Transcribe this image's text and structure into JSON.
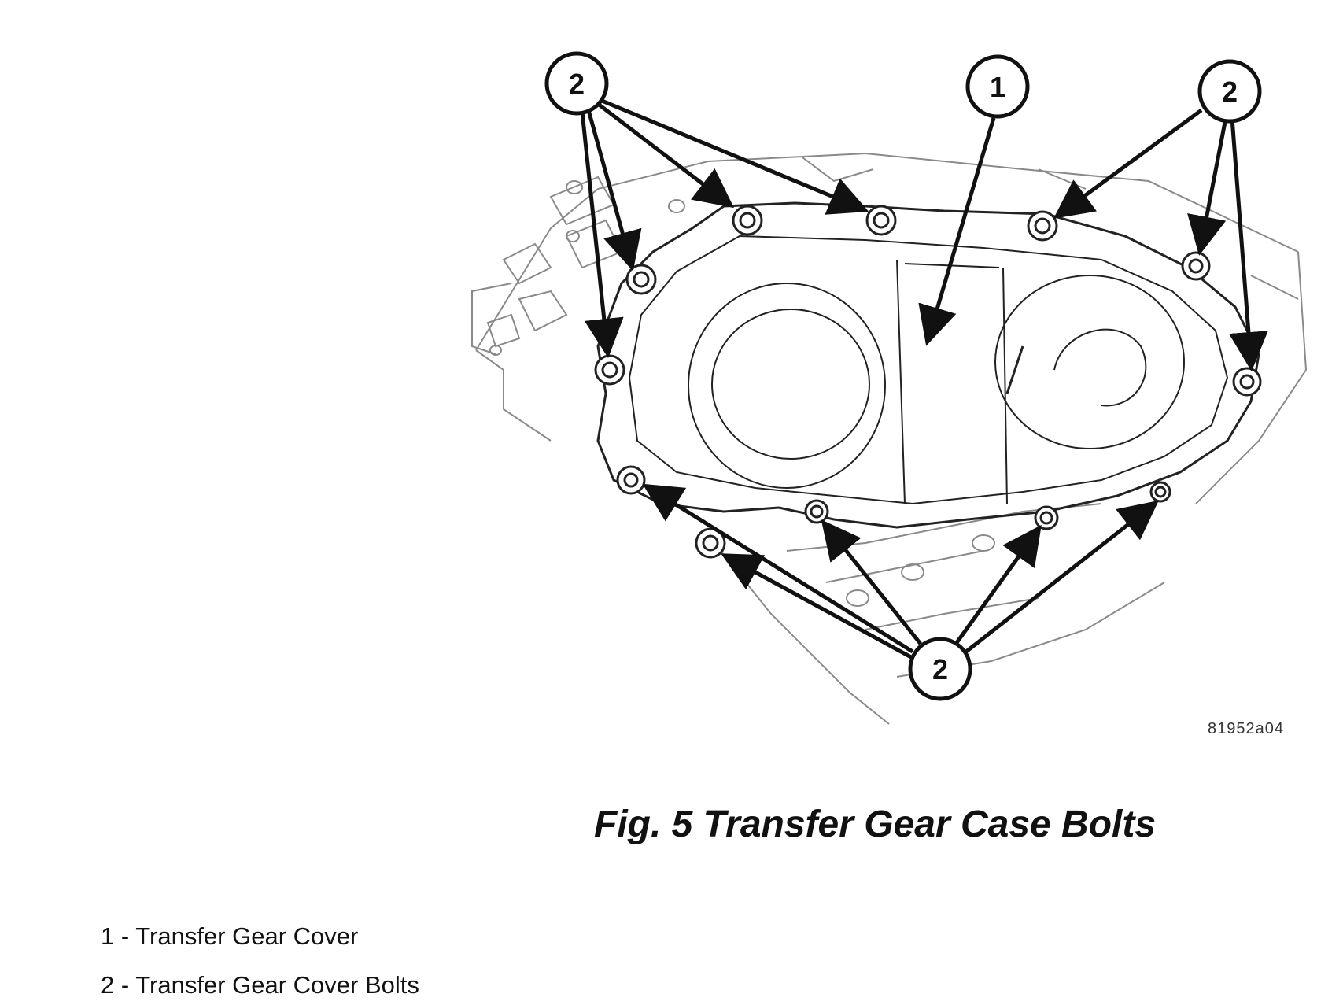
{
  "figure": {
    "image_id": "81952a04",
    "caption": "Fig. 5 Transfer Gear Case Bolts",
    "callouts": [
      "2",
      "1",
      "2",
      "2"
    ]
  },
  "legend": [
    {
      "text": "1 - Transfer Gear Cover"
    },
    {
      "text": "2 - Transfer Gear Cover Bolts"
    }
  ]
}
